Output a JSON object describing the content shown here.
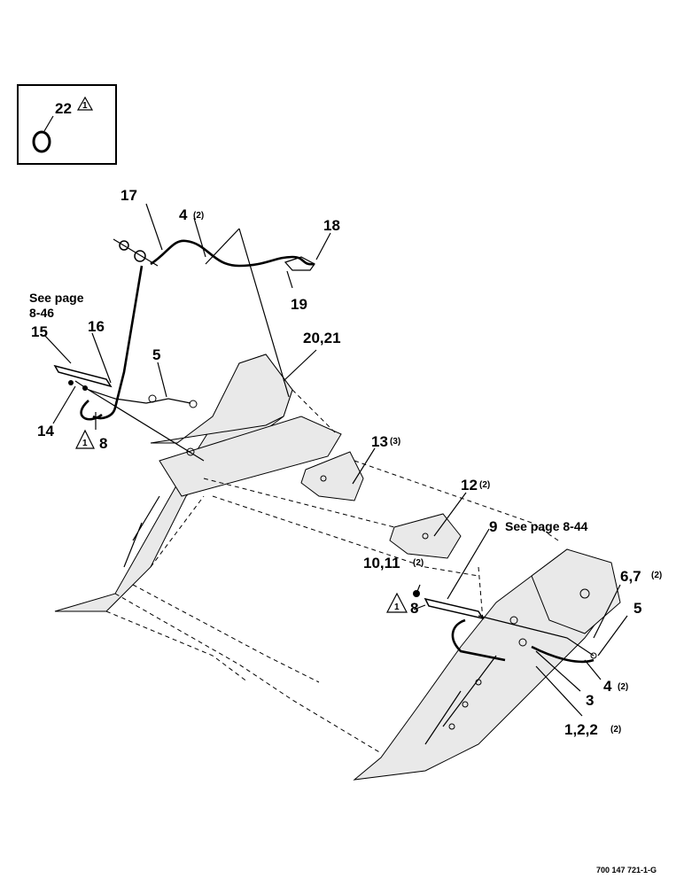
{
  "inset": {
    "callout": "22",
    "note_symbol": "1"
  },
  "callouts": {
    "c17": "17",
    "c4a": "4",
    "c4a_qty": "(2)",
    "c18": "18",
    "c19": "19",
    "see_page_a_line1": "See page",
    "see_page_a_line2": "8-46",
    "c15": "15",
    "c16": "16",
    "c5a": "5",
    "c20_21": "20,21",
    "c14": "14",
    "c8a": "8",
    "c13": "13",
    "c13_qty": "(3)",
    "c12": "12",
    "c12_qty": "(2)",
    "c9": "9",
    "see_page_b": "See page 8-44",
    "c10_11": "10,11",
    "c10_11_qty": "(2)",
    "c6_7": "6,7",
    "c6_7_qty": "(2)",
    "c8b": "8",
    "c5b": "5",
    "c4b": "4",
    "c4b_qty": "(2)",
    "c3": "3",
    "c1_2": "1,2,2",
    "c1_2_qty": "(2)",
    "note_symbol": "1"
  },
  "drawing_number": "700 147 721-1-G"
}
